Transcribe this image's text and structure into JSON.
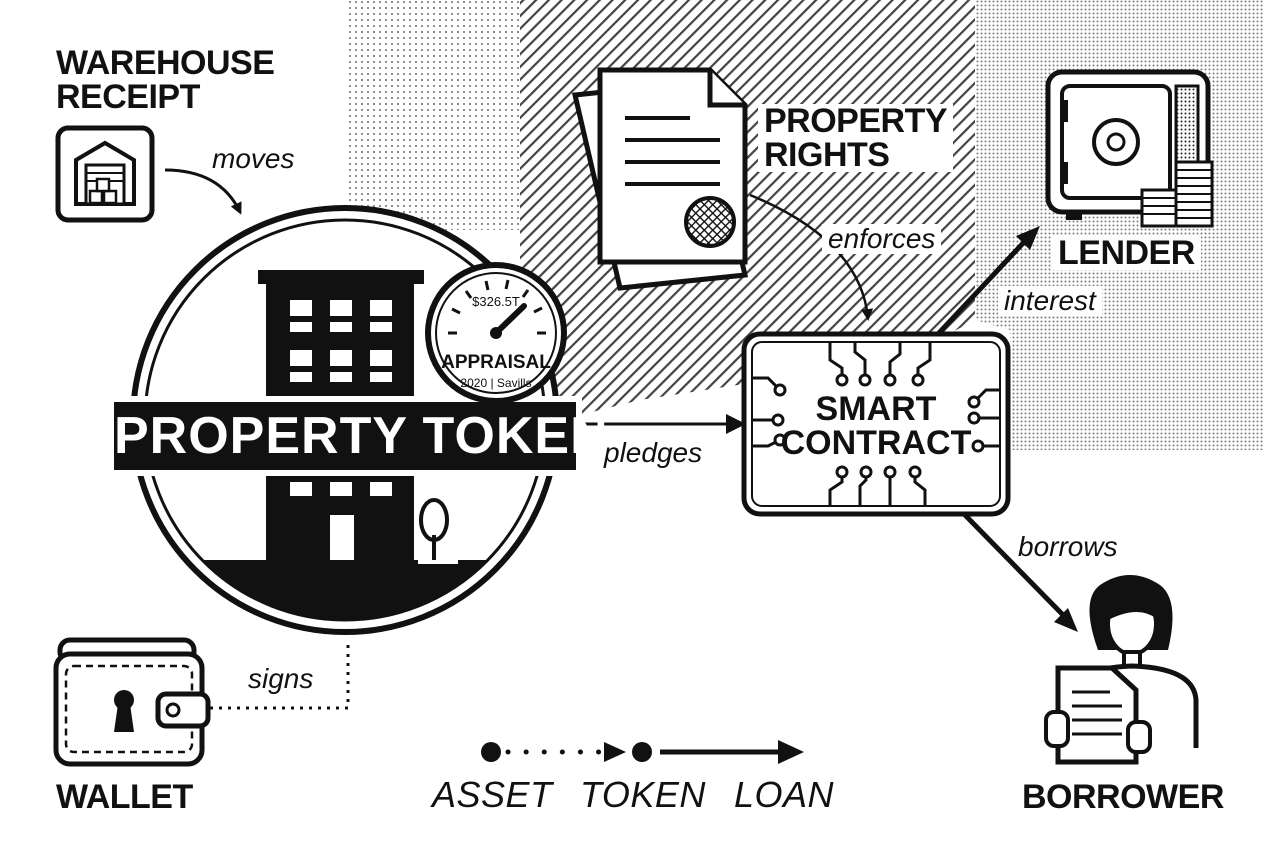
{
  "labels": {
    "warehouse_receipt_line1": "WAREHOUSE",
    "warehouse_receipt_line2": "RECEIPT",
    "property_rights_line1": "PROPERTY",
    "property_rights_line2": "RIGHTS",
    "lender": "LENDER",
    "wallet": "WALLET",
    "borrower": "BORROWER",
    "property_token": "PROPERTY TOKEN",
    "smart_contract_line1": "SMART",
    "smart_contract_line2": "CONTRACT"
  },
  "gauge": {
    "value": "$326.5T",
    "label": "APPRAISAL",
    "caption": "2020 | Savills"
  },
  "verbs": {
    "moves": "moves",
    "enforces": "enforces",
    "interest": "interest",
    "pledges": "pledges",
    "borrows": "borrows",
    "signs": "signs"
  },
  "legend": {
    "asset": "ASSET",
    "token": "TOKEN",
    "loan": "LOAN"
  },
  "colors": {
    "ink": "#111111",
    "paper": "#ffffff"
  },
  "icons": [
    "warehouse-icon",
    "document-icon",
    "seal-icon",
    "safe-icon",
    "coin-stack-icon",
    "building-icon",
    "tree-icon",
    "gauge-icon",
    "chip-icon",
    "wallet-icon",
    "keyhole-icon",
    "person-icon"
  ]
}
